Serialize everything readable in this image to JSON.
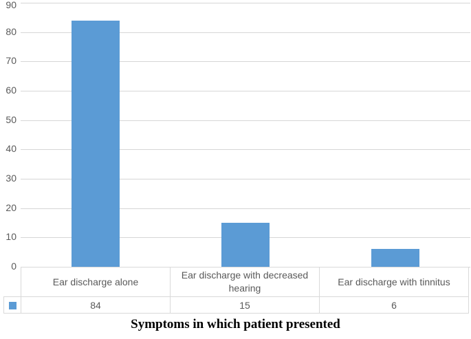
{
  "chart_data": {
    "type": "bar",
    "caption": "Symptoms in which patient presented",
    "categories": [
      "Ear discharge alone",
      "Ear discharge with decreased hearing",
      "Ear discharge with tinnitus"
    ],
    "values": [
      84,
      15,
      6
    ],
    "yticks": [
      "90",
      "80",
      "70",
      "60",
      "50",
      "40",
      "30",
      "20",
      "10",
      "0"
    ],
    "ylim": [
      0,
      90
    ],
    "grid": "horizontal",
    "legend_position": "data-table-key-left",
    "legend_key_icon": "blue-square",
    "colors": {
      "bar": "#5b9bd5",
      "gridline": "#d6d6d6",
      "table_border": "#d9d9d9",
      "axis_text": "#595959",
      "caption_text": "#000000"
    }
  }
}
